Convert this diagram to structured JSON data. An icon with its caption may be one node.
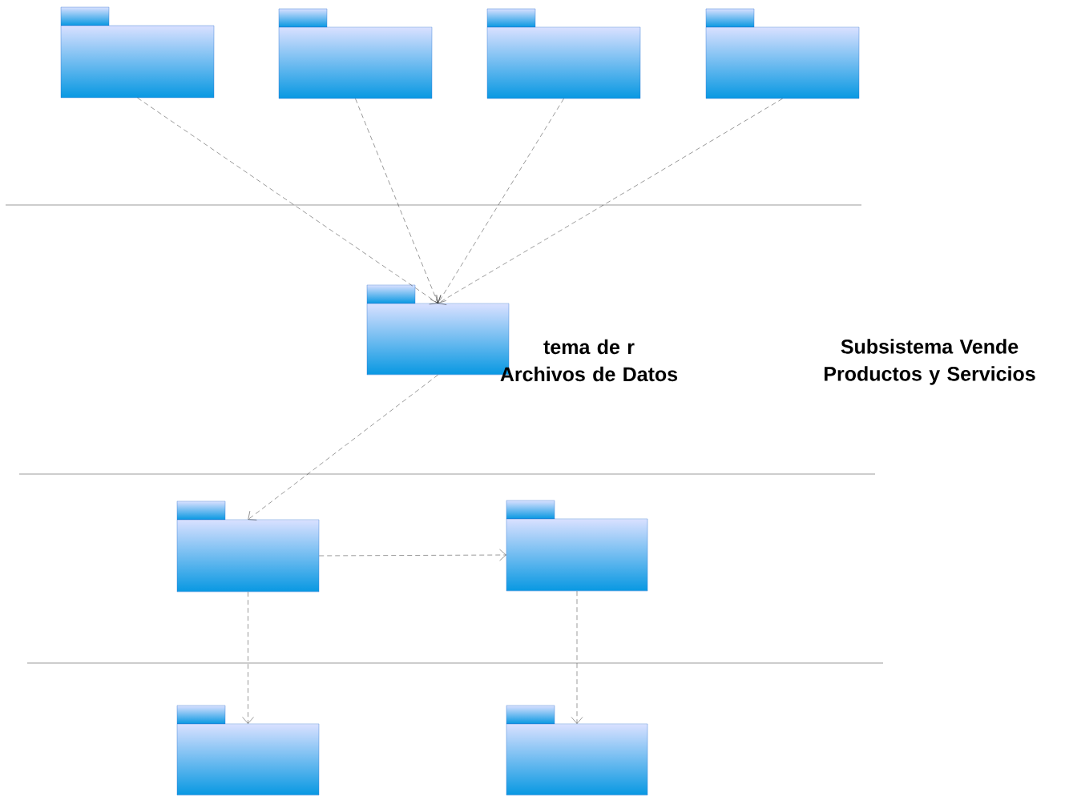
{
  "diagram": {
    "nodes": [
      {
        "text": [],
        "shape": "folder"
      },
      {
        "text": [],
        "shape": "folder"
      },
      {
        "text": [],
        "shape": "folder"
      },
      {
        "text": [],
        "shape": "folder"
      },
      {
        "text": [],
        "shape": "folder"
      },
      {
        "text": [],
        "shape": "folder"
      },
      {
        "text": [],
        "shape": "folder"
      },
      {
        "text": [],
        "shape": "folder"
      },
      {
        "text": [],
        "shape": "folder"
      }
    ],
    "edges": [
      {
        "from": 0,
        "to": 4,
        "arrow": "to",
        "style": "dashed"
      },
      {
        "from": 1,
        "to": 4,
        "arrow": "to",
        "style": "dashed"
      },
      {
        "from": 2,
        "to": 4,
        "arrow": "to",
        "style": "dashed"
      },
      {
        "from": 3,
        "to": 4,
        "arrow": "to",
        "style": "dashed"
      },
      {
        "from": 4,
        "to": 5,
        "arrow": "to",
        "style": "dashed"
      },
      {
        "from": 5,
        "to": 6,
        "arrow": "to",
        "style": "dashed"
      },
      {
        "from": 5,
        "to": 7,
        "arrow": "to",
        "style": "dashed"
      },
      {
        "from": 6,
        "to": 8,
        "arrow": "to",
        "style": "dashed"
      }
    ],
    "labels": [
      "tema de r Archivos de Datos",
      "Subsistema Vende Productos y Servicios"
    ]
  }
}
